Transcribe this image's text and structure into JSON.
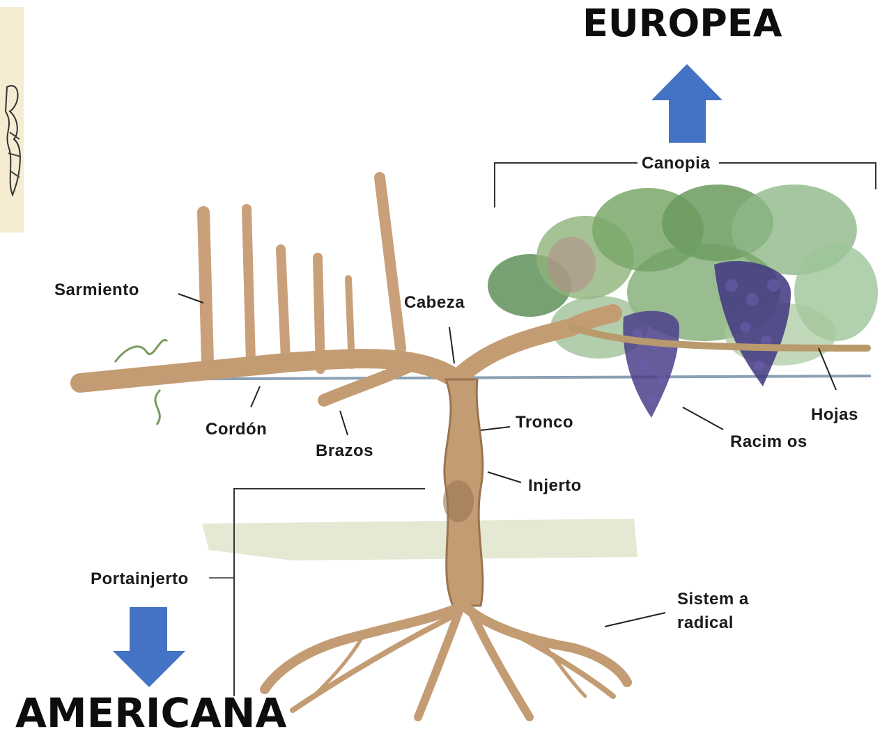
{
  "titles": {
    "top": "EUROPEA",
    "bottom": "AMERICANA"
  },
  "labels": {
    "sarmiento": "Sarmiento",
    "cabeza": "Cabeza",
    "canopia": "Canopia",
    "cordon": "Cordón",
    "brazos": "Brazos",
    "tronco": "Tronco",
    "hojas": "Hojas",
    "racimos": "Racim os",
    "injerto": "Injerto",
    "portainjerto": "Portainjerto",
    "sistema_radical": "Sistem a\nradical"
  },
  "colors": {
    "arrow": "#4472c4",
    "wood": "#c8a27a",
    "wood_dark": "#9c7650",
    "leaf": "#7fae6a",
    "grape": "#4a3f86",
    "wire": "#7f96a8",
    "soil": "#d9dcc0"
  }
}
